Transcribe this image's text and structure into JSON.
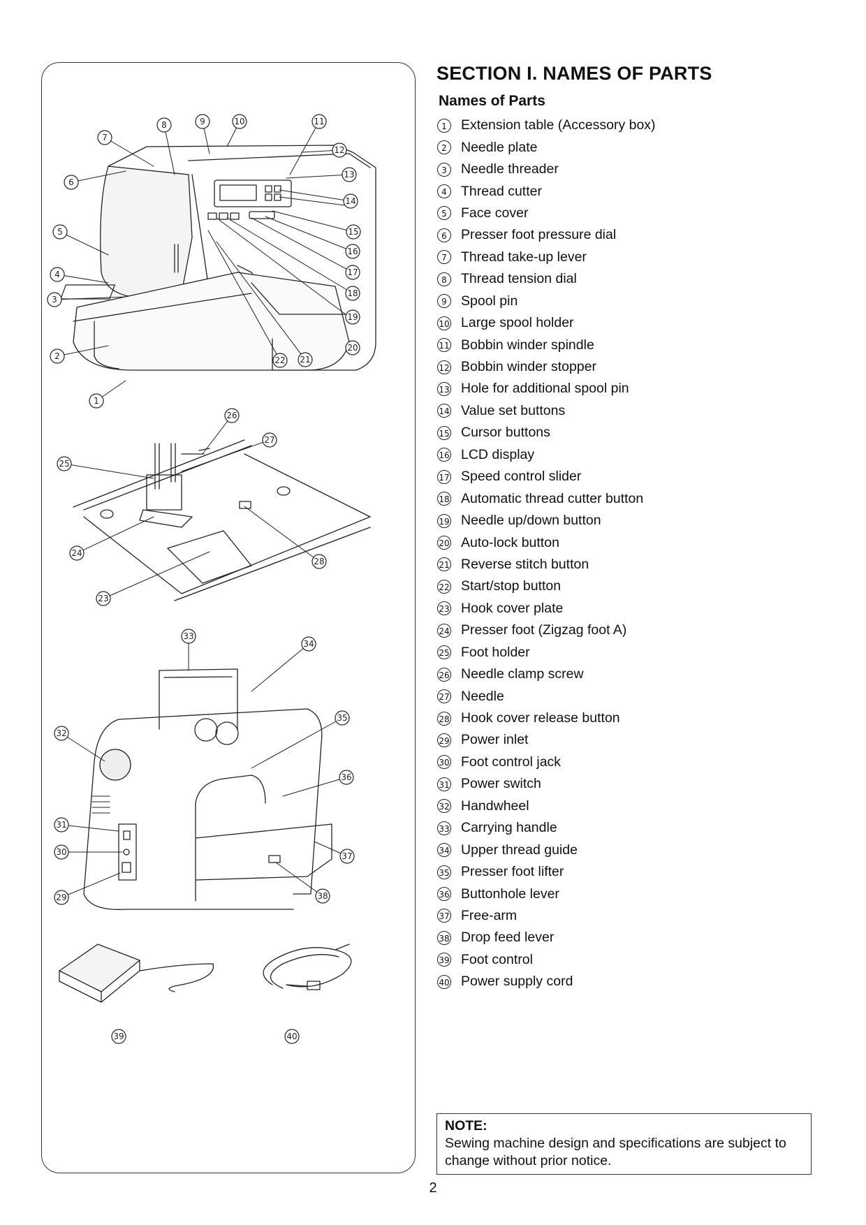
{
  "section_title": "SECTION I. NAMES OF PARTS",
  "subtitle": "Names of Parts",
  "parts": [
    {
      "num": "1",
      "label": "Extension table (Accessory box)"
    },
    {
      "num": "2",
      "label": "Needle plate"
    },
    {
      "num": "3",
      "label": "Needle threader"
    },
    {
      "num": "4",
      "label": "Thread cutter"
    },
    {
      "num": "5",
      "label": "Face cover"
    },
    {
      "num": "6",
      "label": "Presser foot pressure dial"
    },
    {
      "num": "7",
      "label": "Thread take-up lever"
    },
    {
      "num": "8",
      "label": "Thread tension dial"
    },
    {
      "num": "9",
      "label": "Spool pin"
    },
    {
      "num": "10",
      "label": "Large spool holder"
    },
    {
      "num": "11",
      "label": "Bobbin winder spindle"
    },
    {
      "num": "12",
      "label": "Bobbin winder stopper"
    },
    {
      "num": "13",
      "label": "Hole for additional spool pin"
    },
    {
      "num": "14",
      "label": "Value set buttons"
    },
    {
      "num": "15",
      "label": "Cursor buttons"
    },
    {
      "num": "16",
      "label": "LCD display"
    },
    {
      "num": "17",
      "label": "Speed control slider"
    },
    {
      "num": "18",
      "label": "Automatic thread cutter button"
    },
    {
      "num": "19",
      "label": "Needle up/down button"
    },
    {
      "num": "20",
      "label": "Auto-lock button"
    },
    {
      "num": "21",
      "label": "Reverse stitch button"
    },
    {
      "num": "22",
      "label": "Start/stop button"
    },
    {
      "num": "23",
      "label": "Hook cover plate"
    },
    {
      "num": "24",
      "label": "Presser foot (Zigzag foot A)"
    },
    {
      "num": "25",
      "label": "Foot holder"
    },
    {
      "num": "26",
      "label": "Needle clamp screw"
    },
    {
      "num": "27",
      "label": "Needle"
    },
    {
      "num": "28",
      "label": "Hook cover release button"
    },
    {
      "num": "29",
      "label": "Power inlet"
    },
    {
      "num": "30",
      "label": "Foot control jack"
    },
    {
      "num": "31",
      "label": "Power switch"
    },
    {
      "num": "32",
      "label": "Handwheel"
    },
    {
      "num": "33",
      "label": "Carrying handle"
    },
    {
      "num": "34",
      "label": "Upper thread guide"
    },
    {
      "num": "35",
      "label": "Presser foot lifter"
    },
    {
      "num": "36",
      "label": "Buttonhole lever"
    },
    {
      "num": "37",
      "label": "Free-arm"
    },
    {
      "num": "38",
      "label": "Drop feed lever"
    },
    {
      "num": "39",
      "label": "Foot control"
    },
    {
      "num": "40",
      "label": "Power supply cord"
    }
  ],
  "note": {
    "title": "NOTE:",
    "text": "Sewing machine design and specifications are subject to change without prior notice."
  },
  "page_number": "2"
}
